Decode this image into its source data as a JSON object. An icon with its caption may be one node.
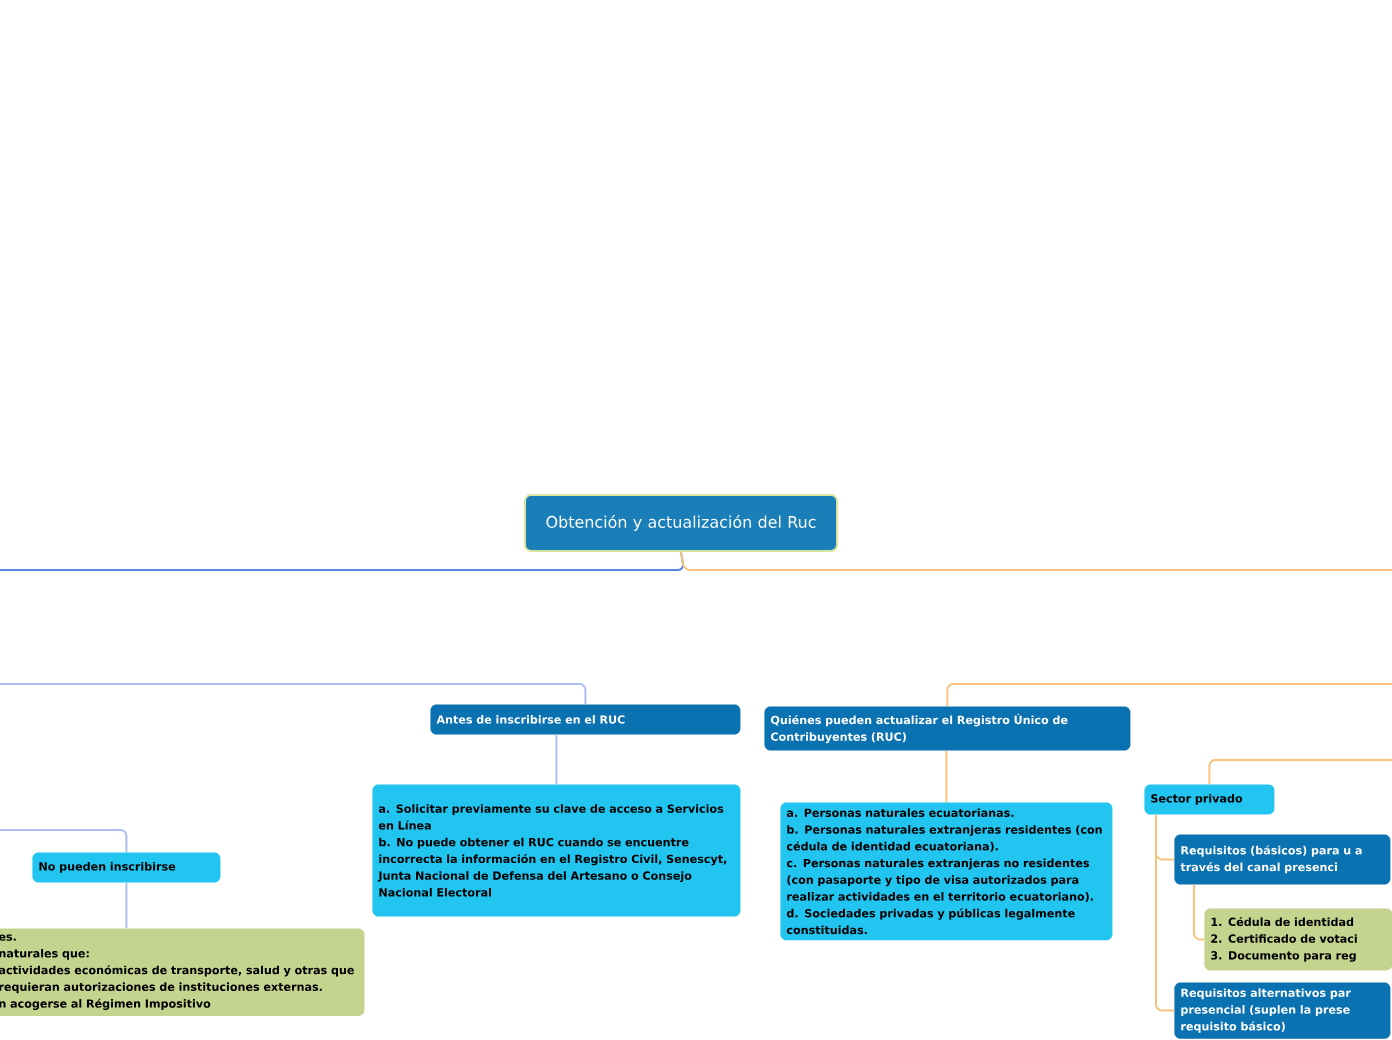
{
  "diagram": {
    "nodes": [
      {
        "text": [
          "Obtención y actualización del Ruc"
        ]
      },
      {
        "text": [
          "Antes de inscribirse en el RUC"
        ]
      },
      {
        "text": [
          "a. Solicitar previamente su clave de acceso a Servicios en Línea",
          "b. No puede obtener el RUC cuando se encuentre incorrecta la información en el Registro Civil, Senescyt, Junta Nacional de Defensa del Artesano o Consejo Nacional Electoral"
        ]
      },
      {
        "text": [
          "No pueden inscribirse"
        ]
      },
      {
        "text": [
          "es.",
          "naturales que:",
          "actividades económicas de transporte, salud y otras que requieran autorizaciones de instituciones externas.",
          "n acogerse al Régimen Impositivo"
        ]
      },
      {
        "text": [
          "Quiénes pueden actualizar el Registro Único de Contribuyentes (RUC)"
        ]
      },
      {
        "text": [
          "a. Personas naturales ecuatorianas.",
          "b. Personas naturales extranjeras residentes (con cédula de identidad ecuatoriana).",
          "c. Personas naturales extranjeras no residentes (con pasaporte y tipo de visa autorizados para realizar actividades en el territorio ecuatoriano).",
          "d. Sociedades privadas y públicas legalmente constituidas."
        ]
      },
      {
        "text": [
          "Sector privado"
        ]
      },
      {
        "text": [
          "Requisitos (básicos) para u a través del canal presenci"
        ]
      },
      {
        "text": [
          "1. Cédula de identidad",
          "2. Certificado de votaci",
          "3. Documento para reg"
        ]
      },
      {
        "text": [
          "Requisitos alternativos par presencial (suplen la prese requisito básico)"
        ]
      }
    ],
    "edges": [
      {
        "from": 0,
        "to": null,
        "arrow": "none",
        "color": "#5b86e6"
      },
      {
        "from": 0,
        "to": null,
        "arrow": "none"
      },
      {
        "from": null,
        "to": 1,
        "arrow": "none",
        "color": "#a9bff2"
      },
      {
        "from": 1,
        "to": 2,
        "arrow": "none",
        "color": "#a9bff2"
      },
      {
        "from": null,
        "to": 3,
        "arrow": "none",
        "color": "#a9bff2"
      },
      {
        "from": 3,
        "to": 4,
        "arrow": "none",
        "color": "#a9bff2"
      },
      {
        "from": null,
        "to": 5,
        "arrow": "none"
      },
      {
        "from": 5,
        "to": 6,
        "arrow": "none"
      },
      {
        "from": null,
        "to": 7,
        "arrow": "none"
      },
      {
        "from": 7,
        "to": 8,
        "arrow": "none"
      },
      {
        "from": 7,
        "to": 10,
        "arrow": "none"
      },
      {
        "from": 8,
        "to": 9,
        "arrow": "none"
      }
    ]
  }
}
